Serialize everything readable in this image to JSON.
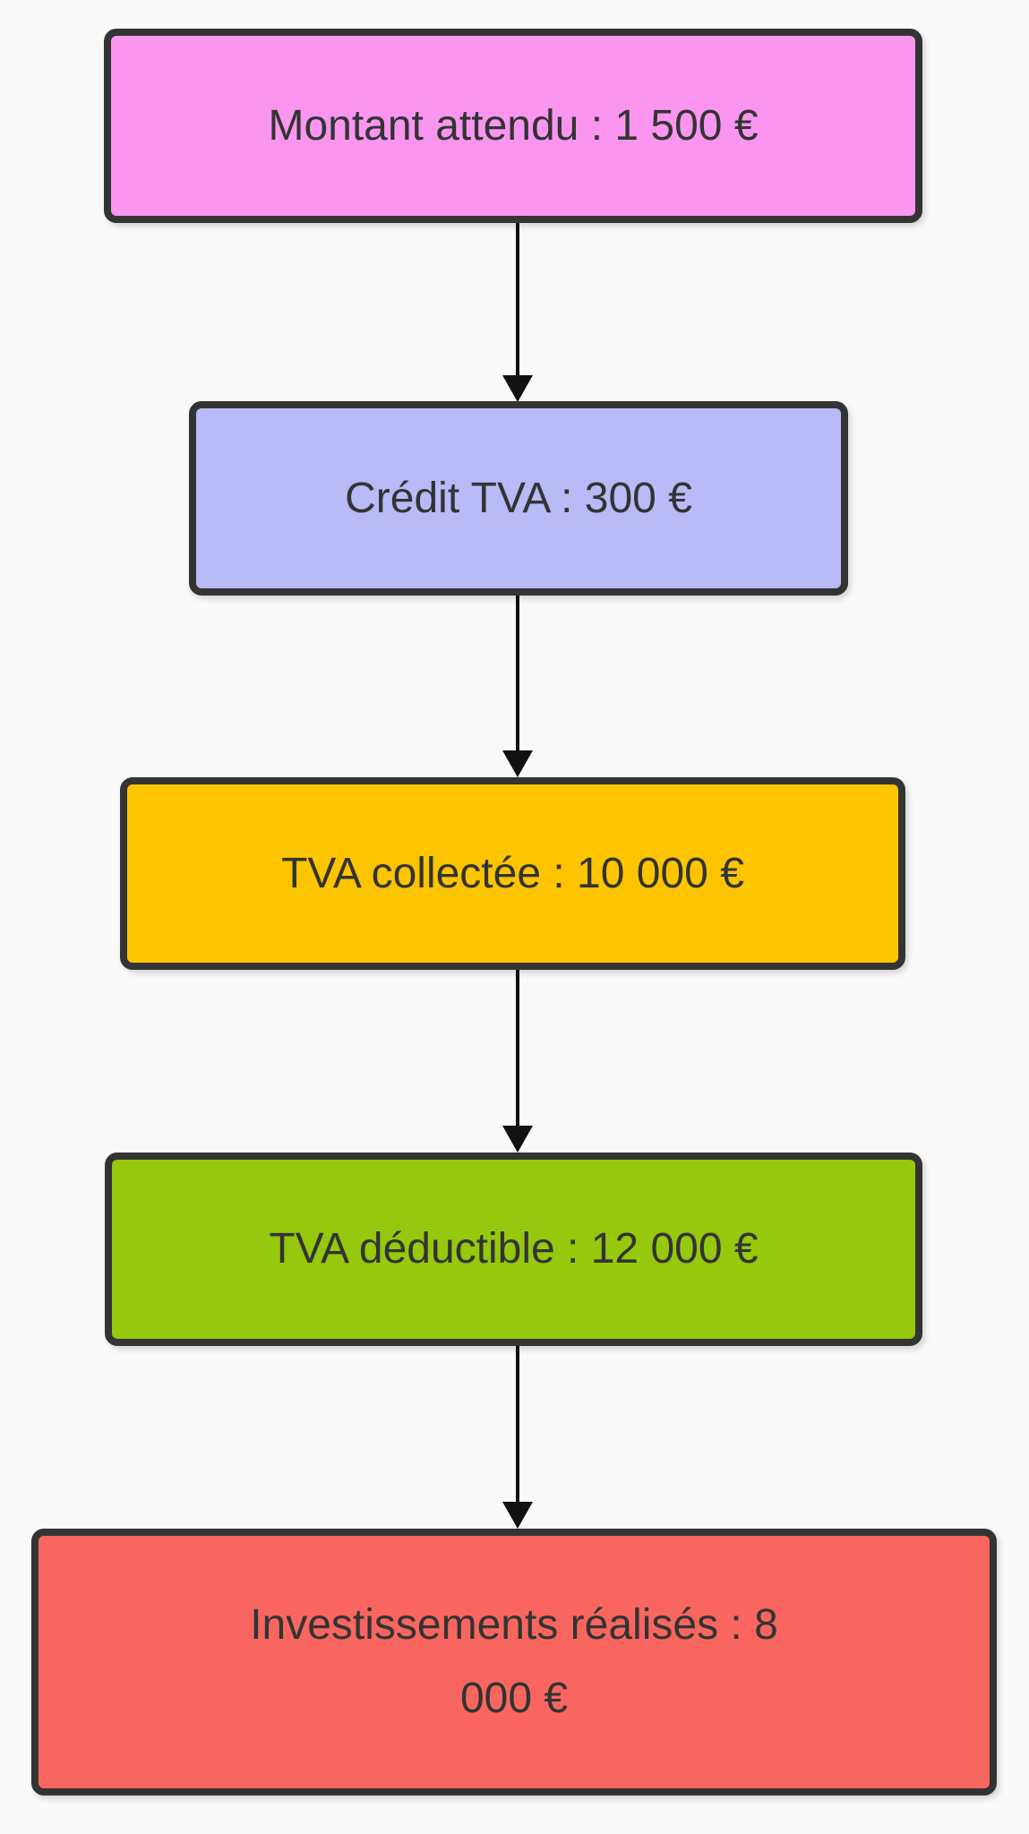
{
  "diagram": {
    "type": "flowchart",
    "direction": "top-down",
    "nodes": [
      {
        "label": "Montant attendu : 1 500 €",
        "lines": [
          "Montant attendu : 1 500 €"
        ],
        "fill_color": "#fa96ef"
      },
      {
        "label": "Crédit TVA : 300 €",
        "lines": [
          "Crédit TVA : 300 €"
        ],
        "fill_color": "#babaf8"
      },
      {
        "label": "TVA collectée : 10 000 €",
        "lines": [
          "TVA collectée : 10 000 €"
        ],
        "fill_color": "#fdc500"
      },
      {
        "label": "TVA déductible : 12 000 €",
        "lines": [
          "TVA déductible : 12 000 €"
        ],
        "fill_color": "#96c80d"
      },
      {
        "label": "Investissements réalisés : 8 000 €",
        "lines": [
          "Investissements réalisés : 8",
          "000 €"
        ],
        "fill_color": "#f96660"
      }
    ],
    "edges": [
      {
        "from": 0,
        "to": 1,
        "arrow": "down"
      },
      {
        "from": 1,
        "to": 2,
        "arrow": "down"
      },
      {
        "from": 2,
        "to": 3,
        "arrow": "down"
      },
      {
        "from": 3,
        "to": 4,
        "arrow": "down"
      }
    ],
    "colors": {
      "node_border": "#333333",
      "text": "#333333",
      "arrow": "#111111",
      "background": "#fafafa"
    }
  }
}
